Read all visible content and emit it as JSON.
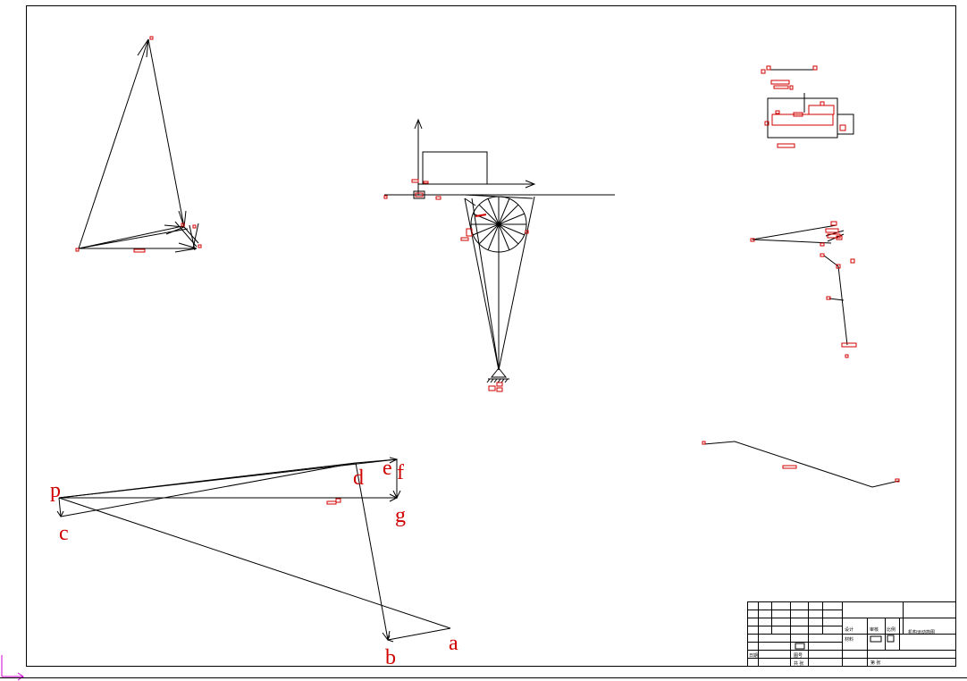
{
  "drawing": {
    "velocity_polygon_labels": {
      "p": "p",
      "c": "c",
      "d": "d",
      "e": "e",
      "f": "f",
      "g": "g",
      "a": "a",
      "b": "b"
    },
    "title_block": {
      "cells": [
        "设计",
        "审核",
        "比例",
        "材料",
        "图号",
        "共 张",
        "第 张",
        "日期"
      ],
      "drawing_name": "机构运动简图",
      "sheet_label": "张"
    }
  },
  "colors": {
    "line": "#000000",
    "annotation": "#d00000",
    "axis_marker": "#d000d0"
  }
}
